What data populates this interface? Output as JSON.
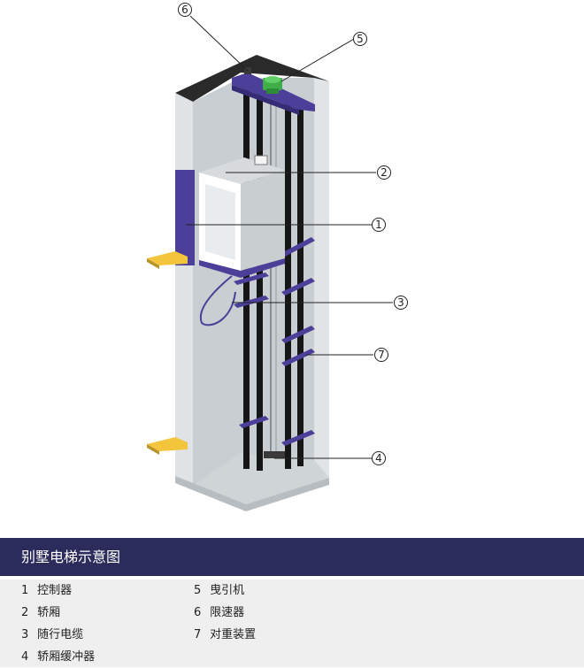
{
  "callouts": [
    {
      "id": "6",
      "glyph": "⑥",
      "part": "限速器"
    },
    {
      "id": "5",
      "glyph": "⑤",
      "part": "曳引机"
    },
    {
      "id": "2",
      "glyph": "②",
      "part": "轿厢"
    },
    {
      "id": "1",
      "glyph": "①",
      "part": "控制器"
    },
    {
      "id": "3",
      "glyph": "③",
      "part": "随行电缆"
    },
    {
      "id": "7",
      "glyph": "⑦",
      "part": "对重装置"
    },
    {
      "id": "4",
      "glyph": "④",
      "part": "轿厢缓冲器"
    }
  ],
  "legend": {
    "title": "别墅电梯示意图",
    "rows": [
      {
        "left_num": "1",
        "left_label": "控制器",
        "right_num": "5",
        "right_label": "曳引机"
      },
      {
        "left_num": "2",
        "left_label": "轿厢",
        "right_num": "6",
        "right_label": "限速器"
      },
      {
        "left_num": "3",
        "left_label": "随行电缆",
        "right_num": "7",
        "right_label": "对重装置"
      },
      {
        "left_num": "4",
        "left_label": "轿厢缓冲器",
        "right_num": "",
        "right_label": ""
      }
    ]
  },
  "colors": {
    "shaft_front": "#d4d9dd",
    "shaft_side": "#e2e6e9",
    "shaft_inner": "#c6cccf",
    "rail_dark": "#161616",
    "counterweight_purple": "#4b3f9a",
    "landing_yellow": "#f2c53c",
    "machine_green": "#3fae49",
    "legend_header": "#2b2b5c",
    "legend_row": "#efefef"
  }
}
